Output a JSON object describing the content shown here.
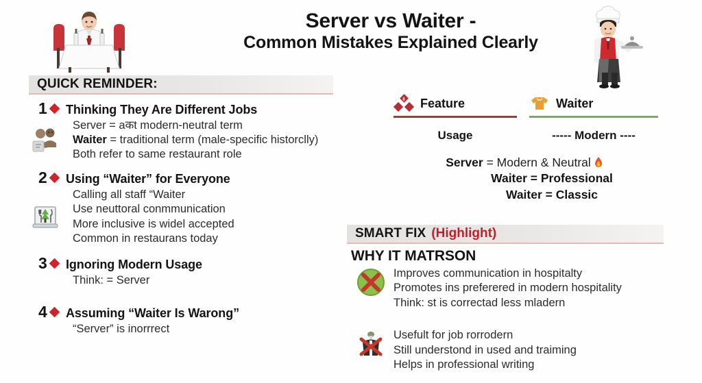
{
  "title": {
    "line1": "Server vs Waiter -",
    "line2": "Common Mistakes Explained Clearly"
  },
  "illustrations": {
    "left": "restaurant-table-server-illustration",
    "right": "waiter-with-cloche-illustration"
  },
  "quick_reminder": {
    "bar_label": "QUICK REMINDER:",
    "items": [
      {
        "number": "1",
        "title": "Thinking They Are Different Jobs",
        "icon": "people-group-icon",
        "lines": [
          {
            "lead": "",
            "text": "Server = aकt modern-neutral term"
          },
          {
            "lead": "Waiter",
            "text": " = traditional term (male-specific historclly)"
          },
          {
            "lead": "",
            "text": "Both refer to same restaurant role"
          }
        ]
      },
      {
        "number": "2",
        "title": "Using “Waiter” for Everyone",
        "icon": "plate-cutlery-plant-icon",
        "lines": [
          {
            "lead": "",
            "text": "Calling all staff “Waiter"
          },
          {
            "lead": "",
            "text": "Use neuttoral conmmunication"
          },
          {
            "lead": "",
            "text": "More inclusive is widel accepted"
          },
          {
            "lead": "",
            "text": "Common in restaurans today"
          }
        ]
      },
      {
        "number": "3",
        "title": "Ignoring Modern Usage",
        "icon": "",
        "lines": [
          {
            "lead": "",
            "text": "Think: = Server"
          }
        ]
      },
      {
        "number": "4",
        "title": "Assuming “Waiter Is Warong”",
        "icon": "",
        "lines": [
          {
            "lead": "",
            "text": "“Server” is inorrrect"
          }
        ]
      }
    ]
  },
  "comparison": {
    "col_left": {
      "icon": "red-diamond-cluster-icon",
      "header": "Feature",
      "rule_color": "#b3332e",
      "usage": "Usage"
    },
    "col_right": {
      "icon": "orange-tshirt-icon",
      "header": "Waiter",
      "rule_color": "#7aab57",
      "usage": "----- Modern ----"
    },
    "facts": [
      {
        "bold": "Server",
        "rest": " = Modern & Neutral",
        "icon": "flame-icon"
      },
      {
        "bold": "Waiter = Professional",
        "rest": "",
        "icon": ""
      },
      {
        "bold": "Waiter = Classic",
        "rest": "",
        "icon": ""
      }
    ]
  },
  "smart_fix": {
    "bar_label": "SMART FIX",
    "bar_accent": "(Highlight)",
    "why_title": "WHY IT MATRSON",
    "blocks": [
      {
        "icon": "green-circle-red-x-icon",
        "lines": [
          "Improves communication in hospitalty",
          "Promotes ins preferered in modern hospitality",
          "Think: st is correctad less mladern"
        ]
      },
      {
        "icon": "crossed-out-uniform-icon",
        "lines": [
          "Usefult for job rorrodern",
          "Still understond in used and traiming",
          "Helps in professional writing"
        ]
      }
    ]
  },
  "colors": {
    "accent_red": "#c0202a",
    "diamond_red": "#d0242d",
    "rule_red": "#b3332e",
    "rule_green": "#7aab57",
    "bar_bg": "#e7e5e3",
    "bar_underline": "#e8b9ae"
  }
}
